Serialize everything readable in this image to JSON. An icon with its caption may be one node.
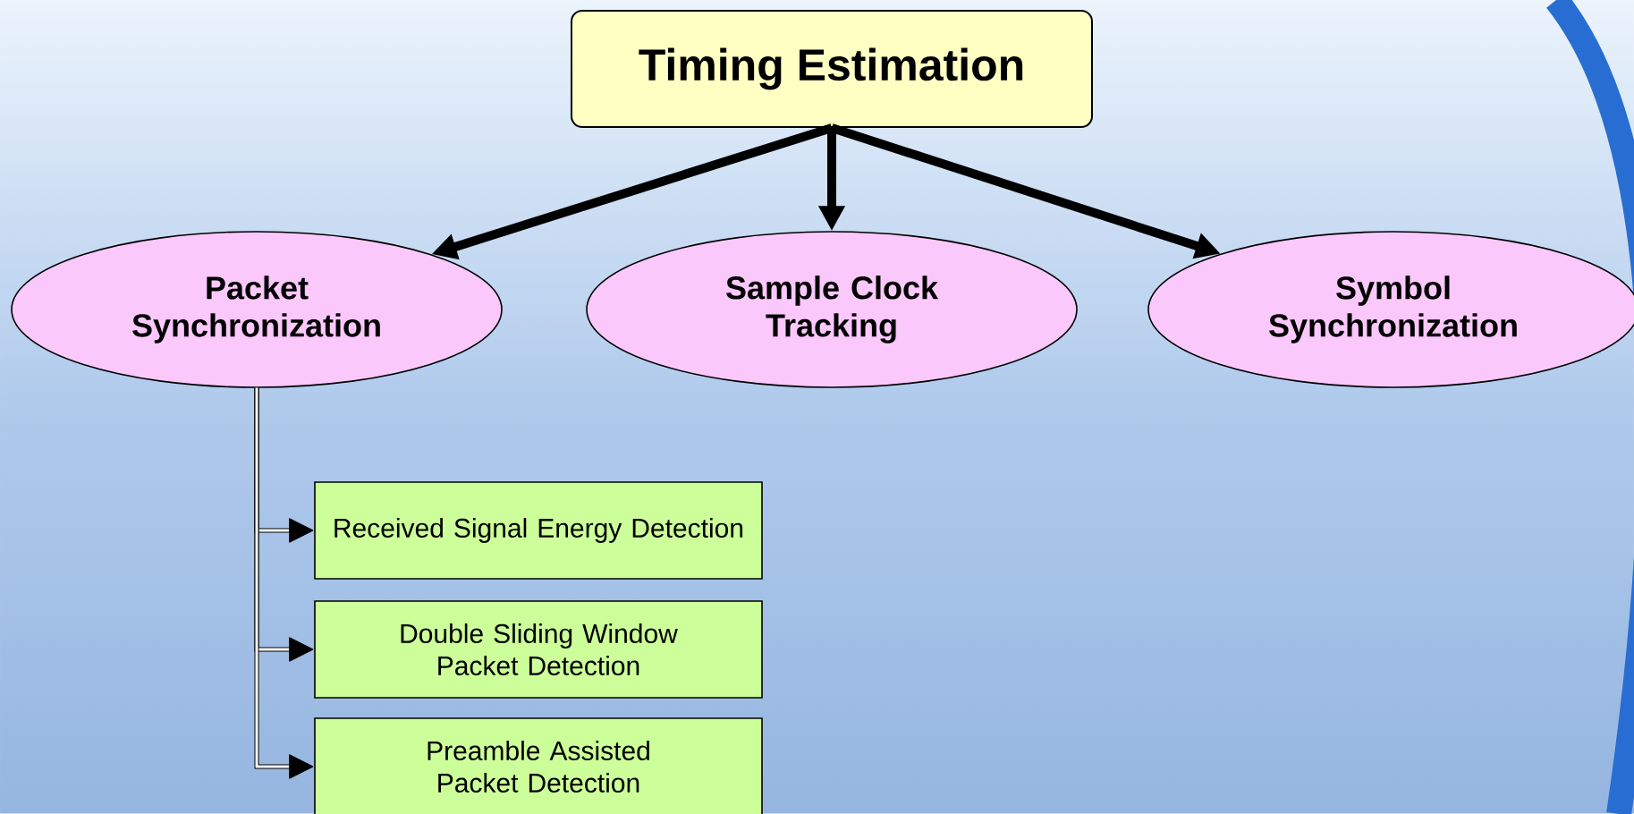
{
  "diagram": {
    "nodes": [
      {
        "text": [
          "Timing Estimation"
        ]
      },
      {
        "text": [
          "Packet Synchronization"
        ]
      },
      {
        "text": [
          "Sample Clock Tracking"
        ]
      },
      {
        "text": [
          "Symbol Synchronization"
        ]
      },
      {
        "text": [
          "Received Signal Energy Detection"
        ]
      },
      {
        "text": [
          "Double Sliding Window Packet Detection"
        ]
      },
      {
        "text": [
          "Preamble Assisted Packet Detection"
        ]
      }
    ],
    "edges": [
      {
        "from": 0,
        "to": 1,
        "arrow": "to",
        "style": "thick"
      },
      {
        "from": 0,
        "to": 2,
        "arrow": "to",
        "style": "thick"
      },
      {
        "from": 0,
        "to": 3,
        "arrow": "to",
        "style": "thick"
      },
      {
        "from": 1,
        "to": 4,
        "arrow": "to"
      },
      {
        "from": 1,
        "to": 5,
        "arrow": "to"
      },
      {
        "from": 1,
        "to": 6,
        "arrow": "to"
      }
    ]
  }
}
